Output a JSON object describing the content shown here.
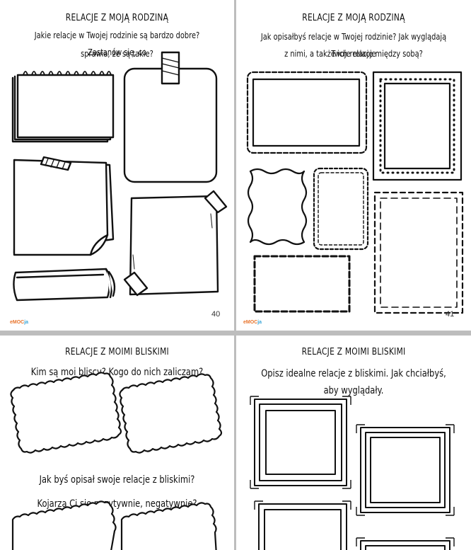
{
  "pages": [
    {
      "title": "RELACJE Z MOJĄ RODZINĄ",
      "question_line1": "Jakie relacje w Twojej rodzinie  są bardzo dobre? Zastanów się, co",
      "question_line2": "sprawia, że są takie?",
      "page_number": "40",
      "logo_a": "eMOC",
      "logo_b": "ja"
    },
    {
      "title": "RELACJE Z MOJĄ RODZINĄ",
      "question_line1": "Jak opisałbyś relacje w Twojej rodzinie? Jak wyglądają Twoje relacje",
      "question_line2": "z nimi, a także ich relacje między sobą?",
      "page_number": "41",
      "logo_a": "eMOC",
      "logo_b": "ja"
    },
    {
      "title": "RELACJE Z  MOIMI BLISKIMI",
      "question": "Kim są moi bliscy? Kogo do nich zaliczam?",
      "question2_line1": "Jak byś opisał swoje relacje z bliskimi?",
      "question2_line2": "Kojarzą Ci się pozytywnie, negatywnie?"
    },
    {
      "title": "RELACJE Z  MOIMI BLISKIMI",
      "question": "Opisz idealne relacje z bliskimi. Jak chciałbyś, aby wyglądały."
    }
  ]
}
